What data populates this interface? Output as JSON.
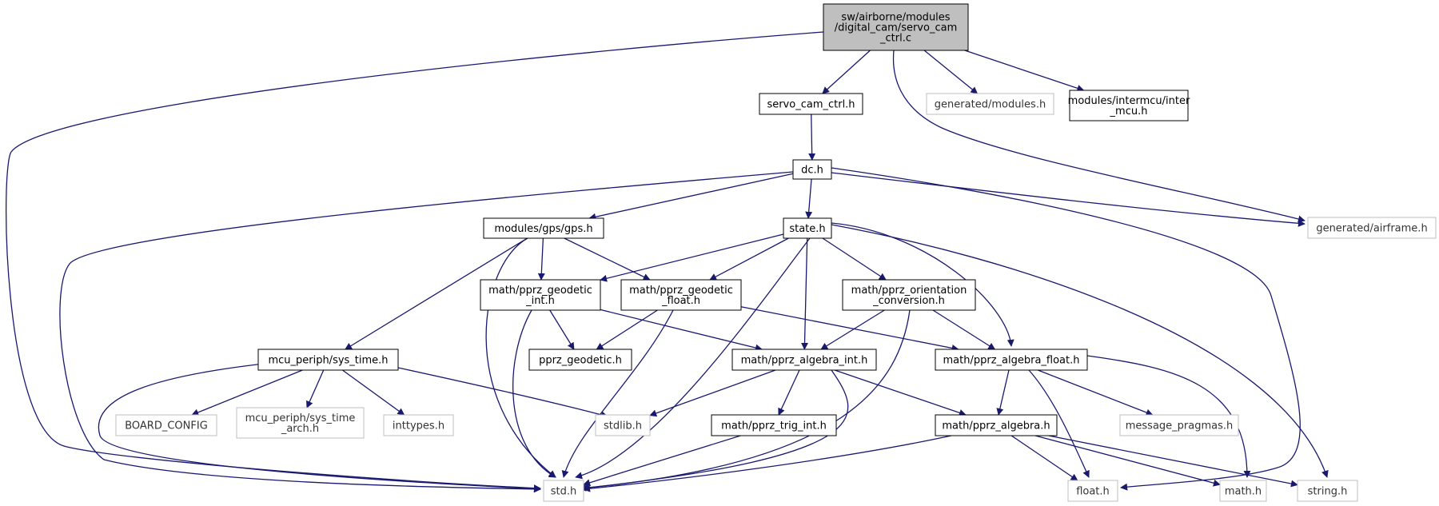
{
  "diagram": {
    "type": "include-dependency-graph",
    "colors": {
      "edge": "#191970",
      "root_fill": "#bfbfbf",
      "node_border": "#000000",
      "missing_border": "#bfbfbf",
      "text": "#000000"
    },
    "nodes": [
      {
        "id": "servo_cam_ctrl_c",
        "lines": [
          "sw/airborne/modules",
          "/digital_cam/servo_cam",
          "_ctrl.c"
        ],
        "style": "root"
      },
      {
        "id": "servo_cam_ctrl_h",
        "lines": [
          "servo_cam_ctrl.h"
        ],
        "style": "normal"
      },
      {
        "id": "generated_modules_h",
        "lines": [
          "generated/modules.h"
        ],
        "style": "missing"
      },
      {
        "id": "inter_mcu_h",
        "lines": [
          "modules/intermcu/inter",
          "_mcu.h"
        ],
        "style": "normal"
      },
      {
        "id": "dc_h",
        "lines": [
          "dc.h"
        ],
        "style": "normal"
      },
      {
        "id": "generated_airframe_h",
        "lines": [
          "generated/airframe.h"
        ],
        "style": "missing"
      },
      {
        "id": "gps_h",
        "lines": [
          "modules/gps/gps.h"
        ],
        "style": "normal"
      },
      {
        "id": "state_h",
        "lines": [
          "state.h"
        ],
        "style": "normal"
      },
      {
        "id": "pprz_geodetic_int_h",
        "lines": [
          "math/pprz_geodetic",
          "_int.h"
        ],
        "style": "normal"
      },
      {
        "id": "pprz_geodetic_float_h",
        "lines": [
          "math/pprz_geodetic",
          "_float.h"
        ],
        "style": "normal"
      },
      {
        "id": "pprz_orientation_conversion_h",
        "lines": [
          "math/pprz_orientation",
          "_conversion.h"
        ],
        "style": "normal"
      },
      {
        "id": "sys_time_h",
        "lines": [
          "mcu_periph/sys_time.h"
        ],
        "style": "normal"
      },
      {
        "id": "pprz_geodetic_h",
        "lines": [
          "pprz_geodetic.h"
        ],
        "style": "normal"
      },
      {
        "id": "pprz_algebra_int_h",
        "lines": [
          "math/pprz_algebra_int.h"
        ],
        "style": "normal"
      },
      {
        "id": "pprz_algebra_float_h",
        "lines": [
          "math/pprz_algebra_float.h"
        ],
        "style": "normal"
      },
      {
        "id": "board_config",
        "lines": [
          "BOARD_CONFIG"
        ],
        "style": "missing"
      },
      {
        "id": "sys_time_arch_h",
        "lines": [
          "mcu_periph/sys_time",
          "_arch.h"
        ],
        "style": "missing"
      },
      {
        "id": "inttypes_h",
        "lines": [
          "inttypes.h"
        ],
        "style": "missing"
      },
      {
        "id": "stdlib_h",
        "lines": [
          "stdlib.h"
        ],
        "style": "missing"
      },
      {
        "id": "pprz_trig_int_h",
        "lines": [
          "math/pprz_trig_int.h"
        ],
        "style": "normal"
      },
      {
        "id": "pprz_algebra_h",
        "lines": [
          "math/pprz_algebra.h"
        ],
        "style": "normal"
      },
      {
        "id": "message_pragmas_h",
        "lines": [
          "message_pragmas.h"
        ],
        "style": "missing"
      },
      {
        "id": "std_h",
        "lines": [
          "std.h"
        ],
        "style": "missing"
      },
      {
        "id": "float_h",
        "lines": [
          "float.h"
        ],
        "style": "missing"
      },
      {
        "id": "math_h",
        "lines": [
          "math.h"
        ],
        "style": "missing"
      },
      {
        "id": "string_h",
        "lines": [
          "string.h"
        ],
        "style": "missing"
      }
    ],
    "edges": [
      [
        "servo_cam_ctrl_c",
        "std_h"
      ],
      [
        "servo_cam_ctrl_c",
        "servo_cam_ctrl_h"
      ],
      [
        "servo_cam_ctrl_c",
        "generated_modules_h"
      ],
      [
        "servo_cam_ctrl_c",
        "inter_mcu_h"
      ],
      [
        "servo_cam_ctrl_c",
        "generated_airframe_h"
      ],
      [
        "servo_cam_ctrl_h",
        "dc_h"
      ],
      [
        "dc_h",
        "std_h"
      ],
      [
        "dc_h",
        "gps_h"
      ],
      [
        "dc_h",
        "state_h"
      ],
      [
        "dc_h",
        "generated_airframe_h"
      ],
      [
        "dc_h",
        "float_h"
      ],
      [
        "gps_h",
        "pprz_geodetic_int_h"
      ],
      [
        "gps_h",
        "pprz_geodetic_float_h"
      ],
      [
        "gps_h",
        "sys_time_h"
      ],
      [
        "gps_h",
        "std_h"
      ],
      [
        "state_h",
        "pprz_geodetic_int_h"
      ],
      [
        "state_h",
        "pprz_geodetic_float_h"
      ],
      [
        "state_h",
        "pprz_orientation_conversion_h"
      ],
      [
        "state_h",
        "pprz_algebra_int_h"
      ],
      [
        "state_h",
        "pprz_algebra_float_h"
      ],
      [
        "state_h",
        "std_h"
      ],
      [
        "state_h",
        "string_h"
      ],
      [
        "pprz_geodetic_int_h",
        "pprz_geodetic_h"
      ],
      [
        "pprz_geodetic_int_h",
        "pprz_algebra_int_h"
      ],
      [
        "pprz_geodetic_int_h",
        "std_h"
      ],
      [
        "pprz_geodetic_float_h",
        "pprz_geodetic_h"
      ],
      [
        "pprz_geodetic_float_h",
        "pprz_algebra_float_h"
      ],
      [
        "pprz_geodetic_float_h",
        "std_h"
      ],
      [
        "pprz_orientation_conversion_h",
        "pprz_algebra_int_h"
      ],
      [
        "pprz_orientation_conversion_h",
        "pprz_algebra_float_h"
      ],
      [
        "pprz_orientation_conversion_h",
        "std_h"
      ],
      [
        "sys_time_h",
        "board_config"
      ],
      [
        "sys_time_h",
        "sys_time_arch_h"
      ],
      [
        "sys_time_h",
        "inttypes_h"
      ],
      [
        "sys_time_h",
        "stdlib_h"
      ],
      [
        "sys_time_h",
        "std_h"
      ],
      [
        "pprz_algebra_int_h",
        "stdlib_h"
      ],
      [
        "pprz_algebra_int_h",
        "pprz_trig_int_h"
      ],
      [
        "pprz_algebra_int_h",
        "pprz_algebra_h"
      ],
      [
        "pprz_algebra_int_h",
        "std_h"
      ],
      [
        "pprz_algebra_float_h",
        "pprz_algebra_h"
      ],
      [
        "pprz_algebra_float_h",
        "message_pragmas_h"
      ],
      [
        "pprz_algebra_float_h",
        "float_h"
      ],
      [
        "pprz_algebra_float_h",
        "math_h"
      ],
      [
        "pprz_trig_int_h",
        "std_h"
      ],
      [
        "pprz_algebra_h",
        "std_h"
      ],
      [
        "pprz_algebra_h",
        "float_h"
      ],
      [
        "pprz_algebra_h",
        "math_h"
      ],
      [
        "pprz_algebra_h",
        "string_h"
      ]
    ]
  }
}
